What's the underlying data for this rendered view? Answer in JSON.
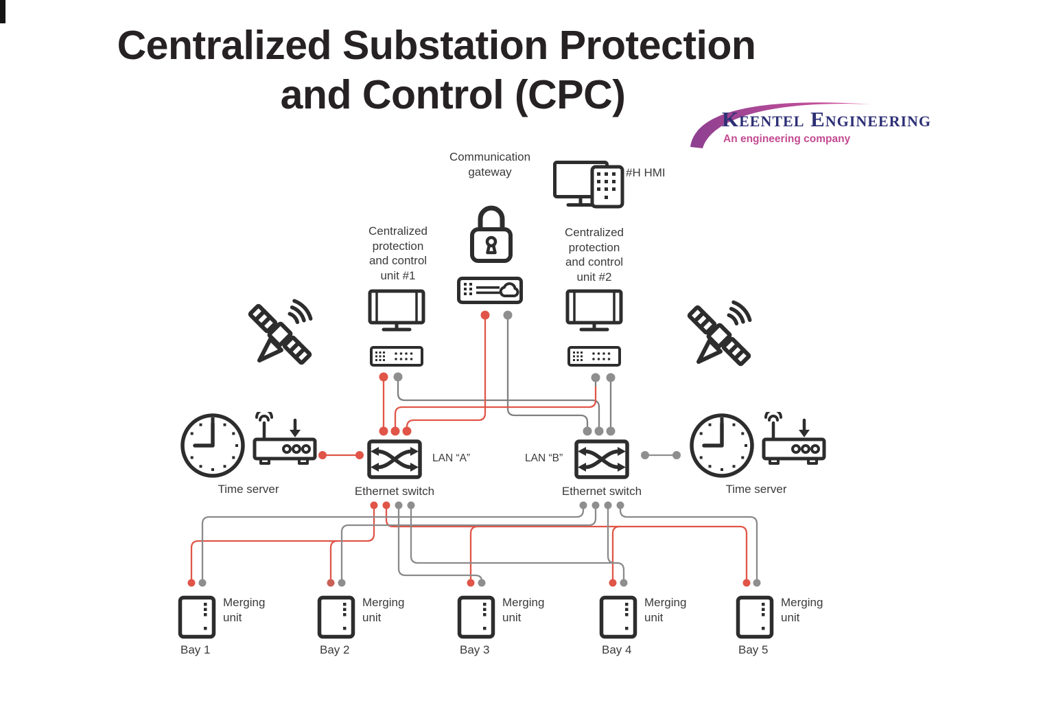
{
  "title": {
    "line1": "Centralized Substation Protection",
    "line2": "and Control (CPC)"
  },
  "logo": {
    "name": "Keentel Engineering",
    "tagline": "An engineering company"
  },
  "colors": {
    "lan_a_red": "#e05548",
    "lan_b_gray": "#8e8e8e",
    "gray_line": "#7f7f7f",
    "icon_ink": "#2d2d2d",
    "logo_navy": "#2e3076",
    "logo_pink": "#c34b92"
  },
  "nodes": {
    "communication_gateway": {
      "label": "Communication\ngateway"
    },
    "hmi": {
      "label": "#H HMI"
    },
    "cpc_unit_1": {
      "label": "Centralized\nprotection\nand control\nunit #1"
    },
    "cpc_unit_2": {
      "label": "Centralized\nprotection\nand control\nunit #2"
    },
    "lan_a": {
      "label": "LAN “A”",
      "sublabel": "Ethernet switch"
    },
    "lan_b": {
      "label": "LAN “B”",
      "sublabel": "Ethernet switch"
    },
    "time_server_left": {
      "label": "Time server"
    },
    "time_server_right": {
      "label": "Time server"
    },
    "bays": [
      {
        "merging_label": "Merging\nunit",
        "bay_label": "Bay 1"
      },
      {
        "merging_label": "Merging\nunit",
        "bay_label": "Bay 2"
      },
      {
        "merging_label": "Merging\nunit",
        "bay_label": "Bay 3"
      },
      {
        "merging_label": "Merging\nunit",
        "bay_label": "Bay 4"
      },
      {
        "merging_label": "Merging\nunit",
        "bay_label": "Bay 5"
      }
    ]
  },
  "links": [
    {
      "from": "CPC unit #1",
      "to": "LAN A Ethernet switch",
      "color": "red"
    },
    {
      "from": "CPC unit #1",
      "to": "LAN B Ethernet switch",
      "color": "gray"
    },
    {
      "from": "Communication gateway",
      "to": "LAN A Ethernet switch",
      "color": "red"
    },
    {
      "from": "Communication gateway",
      "to": "LAN B Ethernet switch",
      "color": "gray"
    },
    {
      "from": "CPC unit #2",
      "to": "LAN A Ethernet switch",
      "color": "red"
    },
    {
      "from": "CPC unit #2",
      "to": "LAN B Ethernet switch",
      "color": "gray"
    },
    {
      "from": "Time server (left)",
      "to": "LAN A Ethernet switch",
      "color": "red"
    },
    {
      "from": "Time server (right)",
      "to": "LAN B Ethernet switch",
      "color": "gray"
    },
    {
      "from": "LAN A Ethernet switch",
      "to": "Merging units Bay 1-5",
      "color": "red"
    },
    {
      "from": "LAN B Ethernet switch",
      "to": "Merging units Bay 1-5",
      "color": "gray"
    }
  ]
}
